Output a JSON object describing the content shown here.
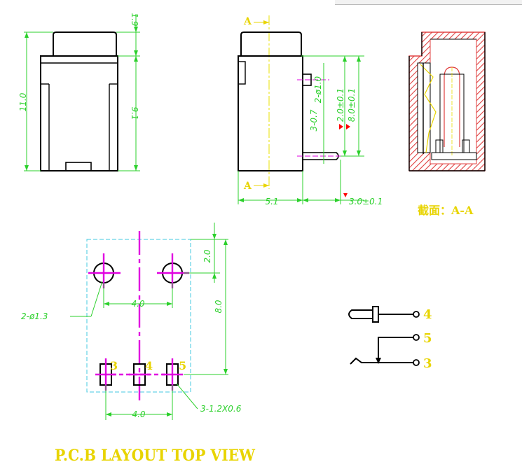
{
  "front_view": {
    "dim_total": "11.0",
    "dim_cap": "1.9",
    "dim_body": "9.1"
  },
  "side_view": {
    "section_marker_top": "A",
    "section_marker_bottom": "A",
    "dim_pin_dia": "2-ø1.0",
    "dim_small": "3-0.7",
    "dim_pin_spacing": "2.0±0.1",
    "dim_pin_offset": "8.0±0.1",
    "dim_width": "5.1",
    "dim_pin_length": "3.0±0.1"
  },
  "section_view": {
    "caption": "截面：A-A"
  },
  "pcb_layout": {
    "dim_top": "2.0",
    "dim_height": "8.0",
    "dim_holes": "2-ø1.3",
    "dim_hole_spacing": "4.0",
    "dim_pad_spacing": "4.0",
    "dim_pads": "3-1.2X0.6",
    "pad_labels": [
      "3",
      "4",
      "5"
    ],
    "title": "P.C.B LAYOUT TOP VIEW"
  },
  "schematic": {
    "pin_labels": [
      "4",
      "5",
      "3"
    ]
  },
  "colors": {
    "dimension": "#2bd02b",
    "outline": "#000000",
    "centerline": "#e8e000",
    "hatch": "#e04040",
    "pcb_outline": "#43c8e0",
    "pcb_marks": "#e000e0",
    "label": "#e8d400",
    "pin_marker": "#ff0000"
  }
}
